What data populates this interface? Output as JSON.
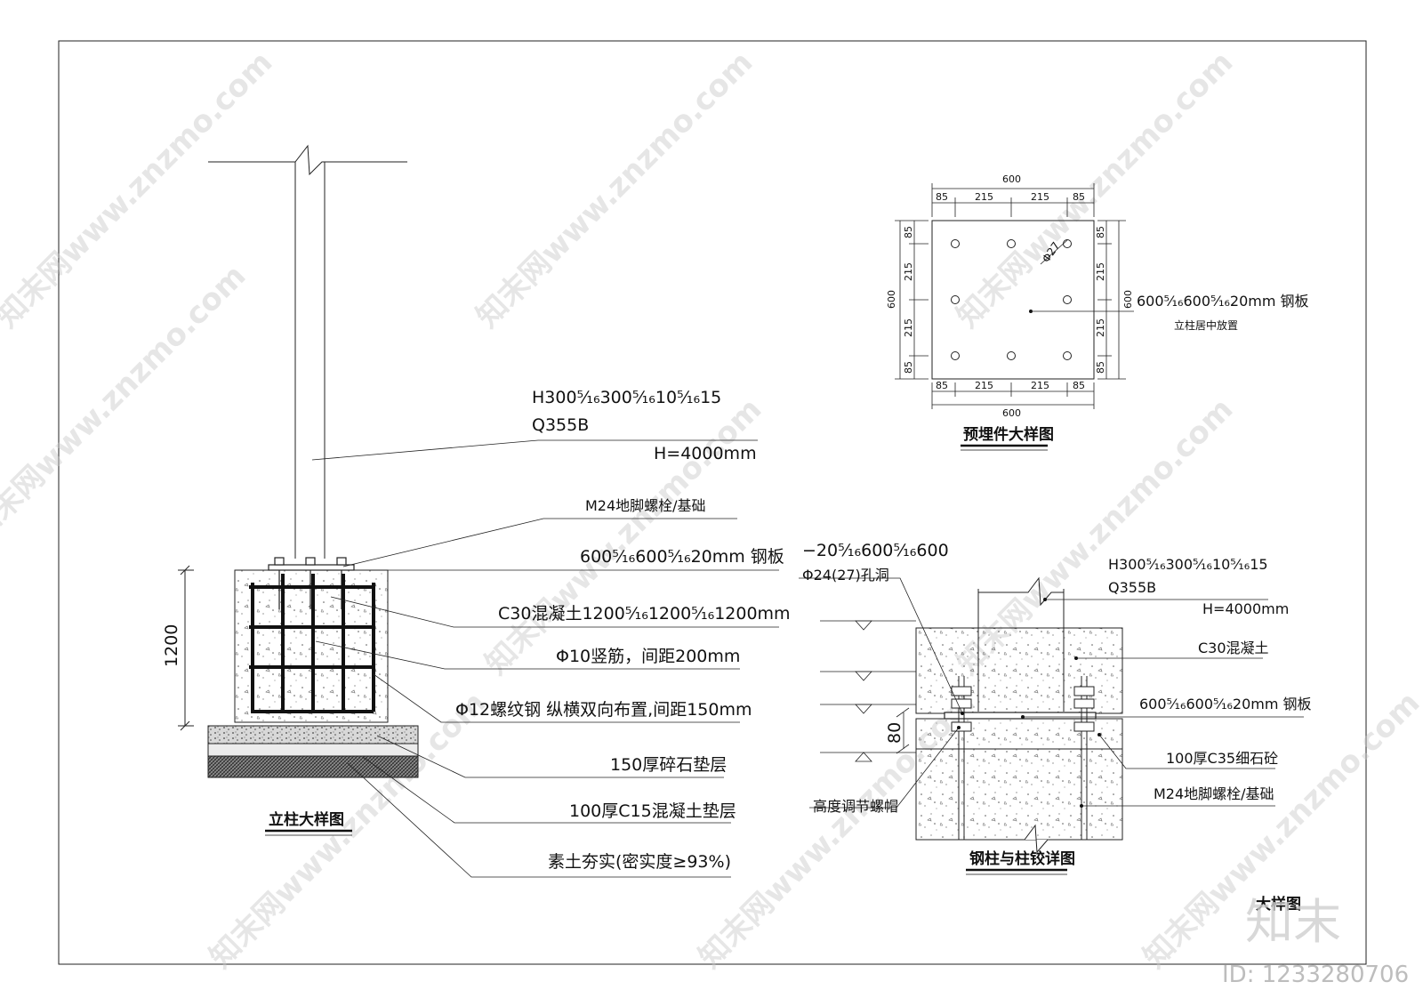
{
  "column_detail": {
    "title": "立柱大样图",
    "dim_height": "1200",
    "section_line1": "H300⁵⁄₁₆300⁵⁄₁₆10⁵⁄₁₆15",
    "section_line2": "Q355B",
    "section_line3": "H=4000mm",
    "anchor_bolt": "M24地脚螺栓/基础",
    "steel_plate": "600⁵⁄₁₆600⁵⁄₁₆20mm 钢板",
    "concrete": "C30混凝土1200⁵⁄₁₆1200⁵⁄₁₆1200mm",
    "vertical_rebar": "Φ10竖筋，间距200mm",
    "rebar_mesh": "Φ12螺纹钢  纵横双向布置,间距150mm",
    "gravel_layer": "150厚碎石垫层",
    "c15_layer": "100厚C15混凝土垫层",
    "soil": "素土夯实(密实度≥93%)"
  },
  "embed_detail": {
    "title": "预埋件大样图",
    "top_total": "600",
    "top_segments": [
      "85",
      "215",
      "215",
      "85"
    ],
    "bottom_total": "600",
    "bottom_segments": [
      "85",
      "215",
      "215",
      "85"
    ],
    "left_total": "600",
    "left_segments": [
      "85",
      "215",
      "215",
      "85"
    ],
    "right_total": "600",
    "right_segments": [
      "85",
      "215",
      "215",
      "85"
    ],
    "hole_label": "Φ27",
    "plate_label": "600⁵⁄₁₆600⁵⁄₁₆20mm 钢板",
    "plate_note": "立柱居中放置"
  },
  "hinge_detail": {
    "title": "钢柱与柱铰详图",
    "plate_spec": "−20⁵⁄₁₆600⁵⁄₁₆600",
    "hole_spec": "Φ24(27)孔洞",
    "section_line1": "H300⁵⁄₁₆300⁵⁄₁₆10⁵⁄₁₆15",
    "section_line2": "Q355B",
    "section_line3": "H=4000mm",
    "concrete": "C30混凝土",
    "steel_plate": "600⁵⁄₁₆600⁵⁄₁₆20mm 钢板",
    "fine_concrete": "100厚C35细石砼",
    "anchor_bolt": "M24地脚螺栓/基础",
    "nut_label": "高度调节螺帽",
    "dim_80": "80"
  },
  "sheet": {
    "title": "大样图",
    "id_text": "ID: 1233280706",
    "logo_text": "知末",
    "watermark": "知末网www.znzmo.com"
  }
}
